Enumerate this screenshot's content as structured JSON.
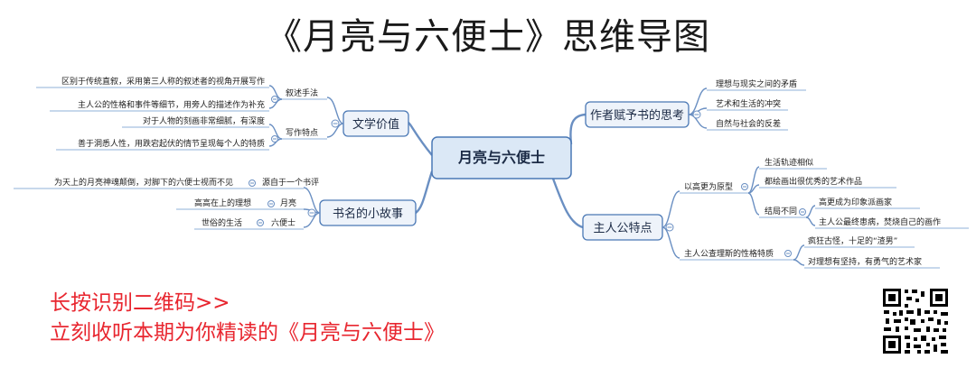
{
  "title": "《月亮与六便士》思维导图",
  "center": "月亮与六便士",
  "literary": {
    "label": "文学价值",
    "narrative": {
      "label": "叙述手法",
      "items": [
        "区别于传统直叙，采用第三人称的叙述者的视角开展写作",
        "主人公的性格和事件等细节，用旁人的描述作为补充"
      ]
    },
    "writing": {
      "label": "写作特点",
      "items": [
        "对于人物的刻画非常细腻，有深度",
        "善于洞悉人性，用跌宕起伏的情节呈现每个人的特质"
      ]
    }
  },
  "title_story": {
    "label": "书名的小故事",
    "origin": {
      "label": "源自于一个书评",
      "item": "为天上的月亮神魂颠倒，对脚下的六便士视而不见"
    },
    "moon": {
      "label": "月亮",
      "item": "高高在上的理想"
    },
    "sixpence": {
      "label": "六便士",
      "item": "世俗的生活"
    }
  },
  "author": {
    "label": "作者赋予书的思考",
    "items": [
      "理想与现实之间的矛盾",
      "艺术和生活的冲突",
      "自然与社会的反差"
    ]
  },
  "hero": {
    "label": "主人公特点",
    "prototype": {
      "label": "以高更为原型",
      "items": [
        "生活轨迹相似",
        "都绘画出很优秀的艺术作品"
      ],
      "ending": {
        "label": "结局不同",
        "items": [
          "高更成为印象派画家",
          "主人公最终患病，焚烧自己的画作"
        ]
      }
    },
    "traits": {
      "label": "主人公查理斯的性格特质",
      "items": [
        "疯狂古怪，十足的“渣男”",
        "对理想有坚持，有勇气的艺术家"
      ]
    }
  },
  "cta": {
    "line1": "长按识别二维码>>",
    "line2": "立刻收听本期为你精读的《月亮与六便士》"
  }
}
